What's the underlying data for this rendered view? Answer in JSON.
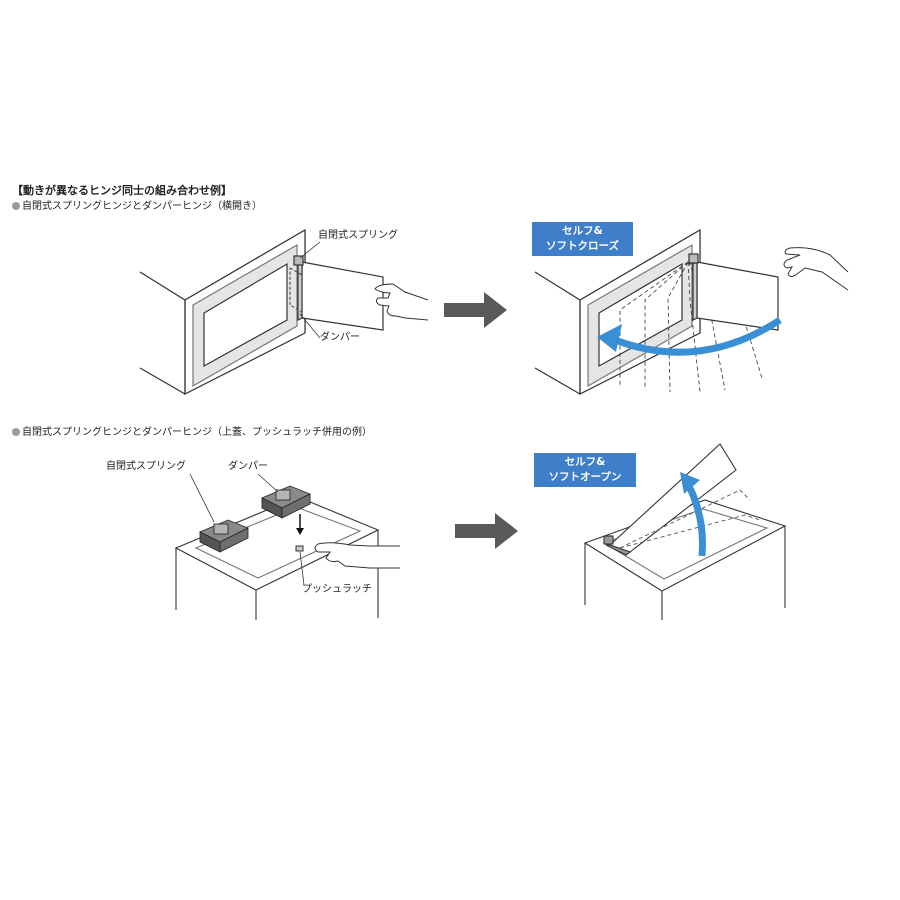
{
  "heading": "【動きが異なるヒンジ同士の組み合わせ例】",
  "section1": {
    "subtitle": "自閉式スプリングヒンジとダンパーヒンジ（横開き）",
    "label_spring": "自閉式スプリング",
    "label_damper": "ダンパー",
    "badge": {
      "line1": "セルフ&",
      "line2": "ソフトクローズ"
    }
  },
  "section2": {
    "subtitle": "自閉式スプリングヒンジとダンパーヒンジ（上蓋、プッシュラッチ併用の例）",
    "label_spring": "自閉式スプリング",
    "label_damper": "ダンパー",
    "label_latch": "プッシュラッチ",
    "badge": {
      "line1": "セルフ&",
      "line2": "ソフトオープン"
    }
  },
  "colors": {
    "accent": "#3f7fc9",
    "arrow": "#595959",
    "line": "#333333",
    "frame": "#d9d9d9"
  },
  "icons": [
    "hand-icon",
    "arrow-right-icon",
    "curved-arrow-icon",
    "up-arrow-icon",
    "down-arrow-icon"
  ]
}
